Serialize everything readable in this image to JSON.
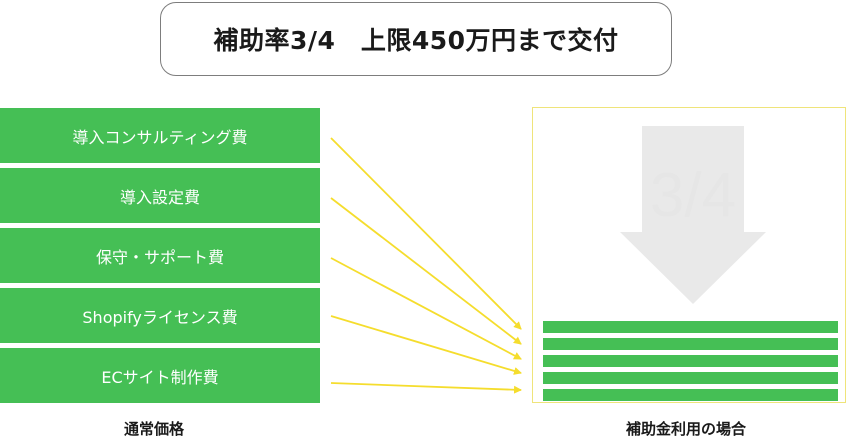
{
  "banner": {
    "text": "補助率3/4　上限450万円まで交付"
  },
  "cost_items": [
    "導入コンサルティング費",
    "導入設定費",
    "保守・サポート費",
    "Shopifyライセンス費",
    "ECサイト制作費"
  ],
  "left_caption": "通常価格",
  "right_caption": "補助金利用の場合",
  "subsidy_fraction": "3/4",
  "result_bar_count": 5,
  "colors": {
    "green": "#45bf55",
    "arrow_yellow": "#f5dd2d",
    "box_border": "#efe47a",
    "watermark_gray": "#e9e9e9",
    "text_dark": "#1a1a1a"
  }
}
